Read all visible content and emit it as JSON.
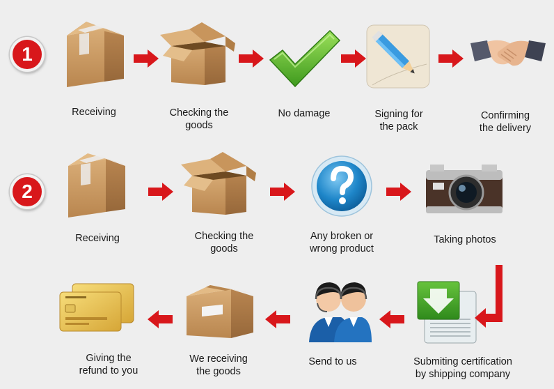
{
  "steps": {
    "1": {
      "number": "1"
    },
    "2": {
      "number": "2"
    }
  },
  "row1": {
    "receiving": [
      "Receiving"
    ],
    "checking": [
      "Checking the",
      "goods"
    ],
    "no_damage": [
      "No damage"
    ],
    "signing": [
      "Signing for",
      "the pack"
    ],
    "confirming": [
      "Confirming",
      "the delivery"
    ]
  },
  "row2": {
    "receiving": [
      "Receiving"
    ],
    "checking": [
      "Checking the",
      "goods"
    ],
    "broken": [
      "Any broken or",
      "wrong product"
    ],
    "photos": [
      "Taking photos"
    ]
  },
  "row3": {
    "refund": [
      "Giving the",
      "refund to you"
    ],
    "we_receiving": [
      "We receiving",
      "the goods"
    ],
    "send": [
      "Send to us"
    ],
    "submitting": [
      "Submiting certification",
      "by shipping company"
    ]
  },
  "icons": {
    "box_closed": "closed-box-icon",
    "box_open": "open-box-icon",
    "check": "green-checkmark-icon",
    "pencil": "pencil-signing-icon",
    "handshake": "handshake-icon",
    "question": "question-mark-icon",
    "camera": "camera-icon",
    "certificate": "download-certificate-icon",
    "support": "customer-support-icon",
    "cards": "credit-card-icon"
  },
  "colors": {
    "arrow": "#d8171b",
    "badge": "#d8171b",
    "check": "#5cb82e",
    "question": "#1e86c9",
    "box": "#c99a63"
  }
}
